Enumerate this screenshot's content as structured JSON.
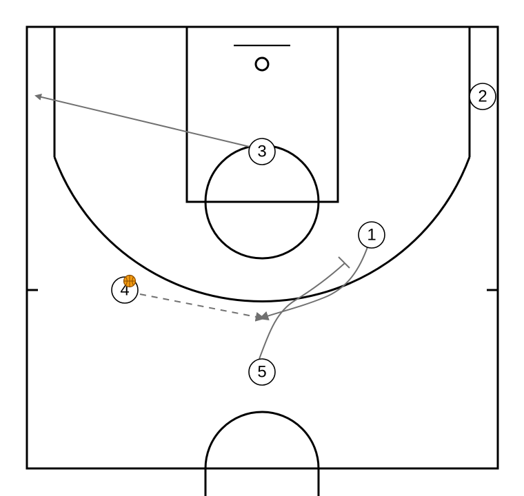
{
  "colors": {
    "court_lines": "#000000",
    "action_lines": "#707070",
    "ball_fill": "#f39c12",
    "ball_seams": "#8a4b00",
    "player_fill": "#ffffff"
  },
  "players": [
    {
      "id": "player-1",
      "label": "1"
    },
    {
      "id": "player-2",
      "label": "2"
    },
    {
      "id": "player-3",
      "label": "3"
    },
    {
      "id": "player-4",
      "label": "4"
    },
    {
      "id": "player-5",
      "label": "5"
    }
  ],
  "actions": [
    {
      "type": "cut",
      "from": "3",
      "style": "solid-arrow"
    },
    {
      "type": "cut",
      "from": "1",
      "style": "solid-arrow"
    },
    {
      "type": "screen",
      "from": "5",
      "style": "solid-screen"
    },
    {
      "type": "pass",
      "from": "4",
      "style": "dashed-arrow"
    }
  ],
  "ball": {
    "holder": "4",
    "icon": "basketball-icon"
  }
}
